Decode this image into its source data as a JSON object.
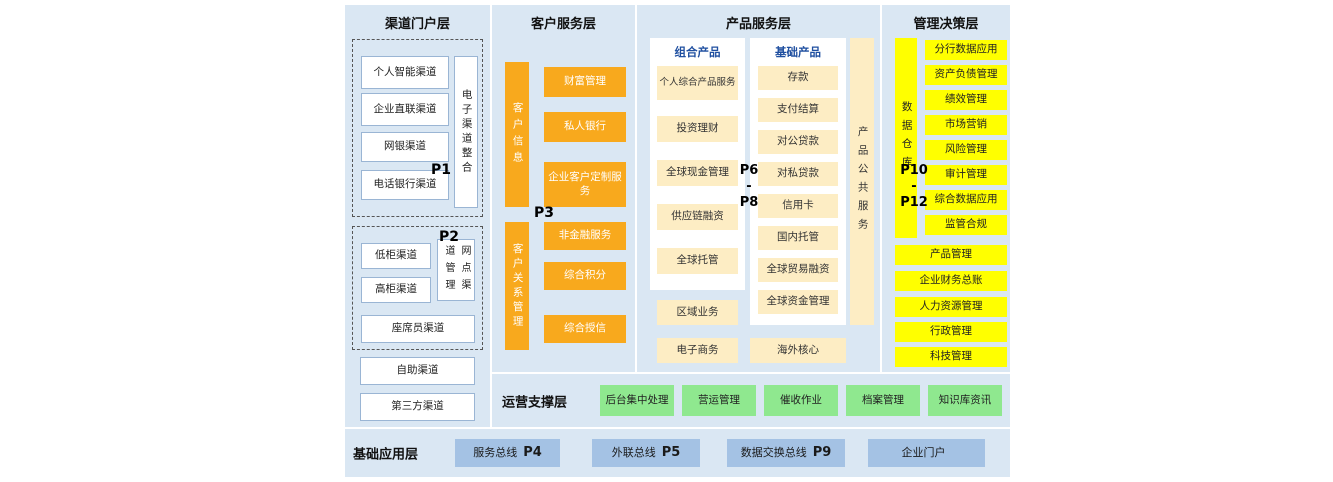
{
  "channel": {
    "title": "渠道门户层",
    "p1": "P1",
    "p2": "P2",
    "group1_items": [
      "个人智能渠道",
      "企业直联渠道",
      "网银渠道",
      "电话银行渠道"
    ],
    "group1_side": "电子渠道整合",
    "group2_items": [
      "低柜渠道",
      "高柜渠道"
    ],
    "group2_side": "网点渠道管理",
    "group2_bottom": "座席员渠道",
    "extra_items": [
      "自助渠道",
      "第三方渠道"
    ]
  },
  "customer": {
    "title": "客户服务层",
    "p3": "P3",
    "bar1": "客户信息",
    "group1_items": [
      "财富管理",
      "私人银行",
      "企业客户定制服务"
    ],
    "bar2": "客户关系管理",
    "group2_items": [
      "非金融服务",
      "综合积分",
      "综合授信"
    ]
  },
  "product": {
    "title": "产品服务层",
    "p_top": "P6",
    "p_dash": "-",
    "p_bottom": "P8",
    "combo_header": "组合产品",
    "combo_items": [
      "个人综合产品服务",
      "投资理财",
      "全球现金管理",
      "供应链融资",
      "全球托管"
    ],
    "basic_header": "基础产品",
    "basic_items": [
      "存款",
      "支付结算",
      "对公贷款",
      "对私贷款",
      "信用卡",
      "国内托管",
      "全球贸易融资",
      "全球资金管理"
    ],
    "side": "产品公共服务",
    "bottom_items": [
      "区域业务",
      "电子商务"
    ],
    "overseas": "海外核心"
  },
  "management": {
    "title": "管理决策层",
    "p_top": "P10",
    "p_dash": "-",
    "p_bottom": "P12",
    "bar": "数据仓库",
    "items": [
      "分行数据应用",
      "资产负债管理",
      "绩效管理",
      "市场营销",
      "风险管理",
      "审计管理",
      "综合数据应用",
      "监管合规"
    ],
    "full_items": [
      "产品管理",
      "企业财务总账",
      "人力资源管理",
      "行政管理",
      "科技管理"
    ]
  },
  "operation": {
    "title": "运营支撑层",
    "items": [
      "后台集中处理",
      "营运管理",
      "催收作业",
      "档案管理",
      "知识库资讯"
    ]
  },
  "base": {
    "title": "基础应用层",
    "items": [
      {
        "label": "服务总线",
        "p": "P4"
      },
      {
        "label": "外联总线",
        "p": "P5"
      },
      {
        "label": "数据交换总线",
        "p": "P9"
      },
      {
        "label": "企业门户",
        "p": ""
      }
    ]
  },
  "colors": {
    "panel_blue": "#dae7f3",
    "box_border_blue": "#9ab5d4",
    "orange": "#f8a91d",
    "cream": "#fdedc4",
    "yellow": "#ffff00",
    "green": "#8fe88f",
    "base_button_blue": "#a4c2e4",
    "subheader_blue": "#1f4fa0"
  }
}
